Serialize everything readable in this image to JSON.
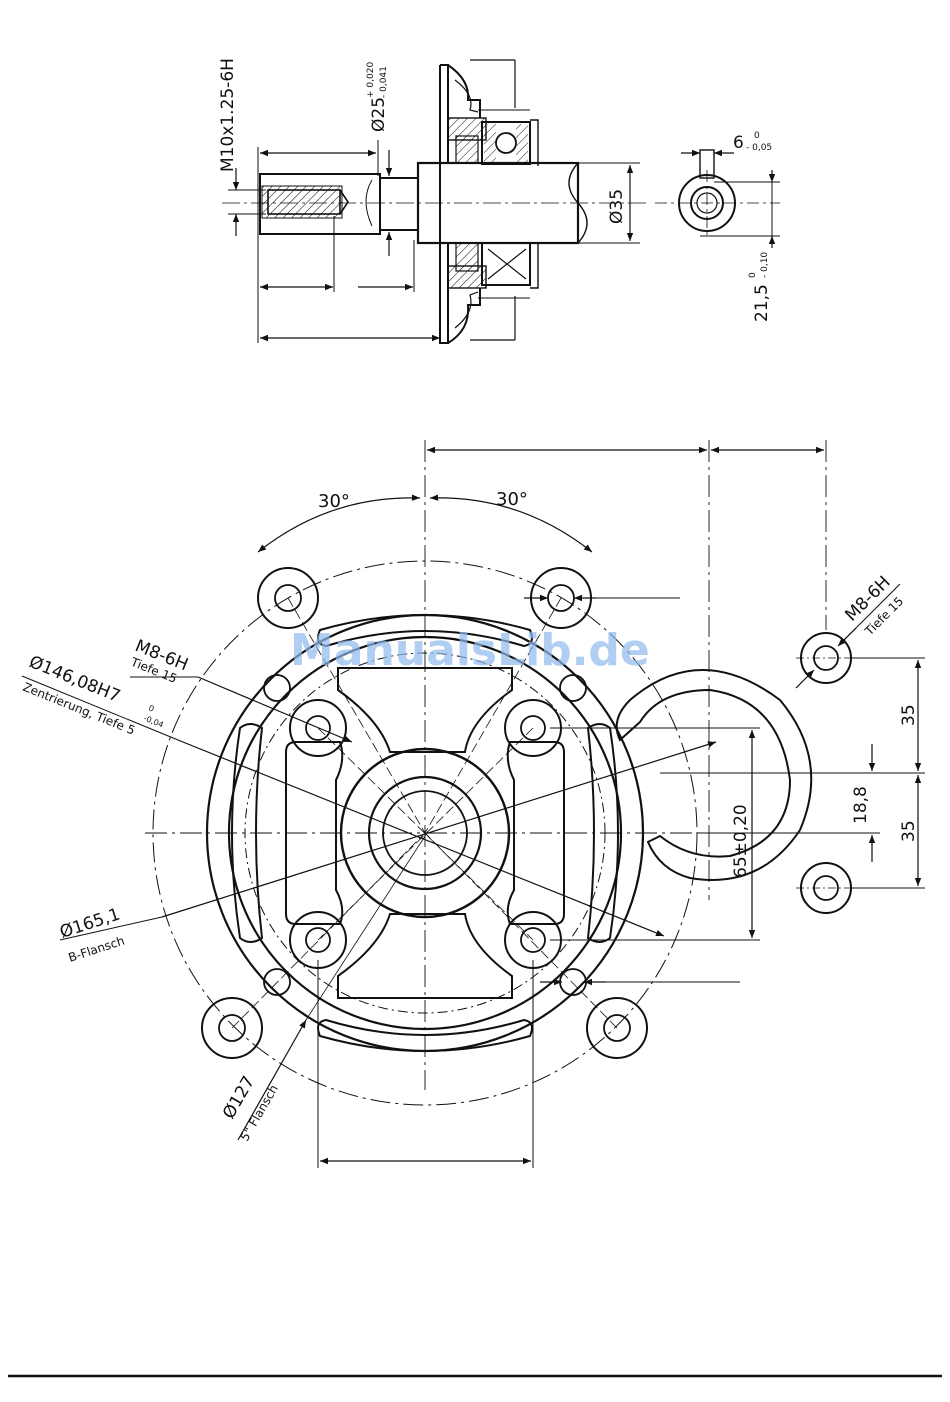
{
  "shaft_view": {
    "thread": "M10x1.25-6H",
    "shaft_dia_main": "Ø25",
    "shaft_dia_tol_upper": "+ 0,020",
    "shaft_dia_tol_lower": "- 0,041",
    "dia_35": "Ø35"
  },
  "key_view": {
    "key_width": "6",
    "key_width_tol_upper": "0",
    "key_width_tol_lower": "- 0,05",
    "key_height": "21,5",
    "key_height_tol_upper": "0",
    "key_height_tol_lower": "- 0,10"
  },
  "flange_view": {
    "angle_left": "30°",
    "angle_right": "30°",
    "tap_left_label": "M8-6H",
    "tap_left_depth": "Tiefe 15",
    "center_dia": "Ø146,08H7",
    "center_tol_upper": "0",
    "center_tol_lower": "-0,04",
    "center_note": "Zentrierung, Tiefe 5",
    "b_flange_dia": "Ø165,1",
    "b_flange_note": "B-Flansch",
    "inch_flange_dia": "Ø127",
    "inch_flange_note": "5\" Flansch",
    "tap_right_label": "M8-6H",
    "tap_right_depth": "Tiefe 15",
    "dim_35_top": "35",
    "dim_35_bottom": "35",
    "dim_18_8": "18,8",
    "dim_65": "65±0,20"
  },
  "watermark": "ManualsLib.de"
}
